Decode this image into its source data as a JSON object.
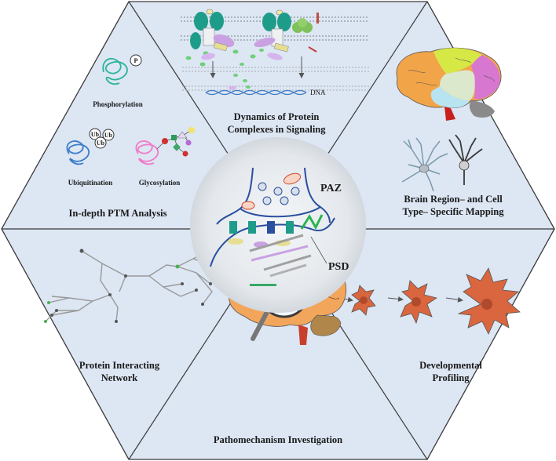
{
  "sections": {
    "signaling": {
      "line1": "Dynamics of Protein",
      "line2": "Complexes in Signaling",
      "dna_label": "DNA"
    },
    "ptm": {
      "title": "In-depth PTM Analysis",
      "phospho_label": "Phosphorylation",
      "phospho_mark": "P",
      "ubiq_label": "Ubiquitination",
      "ub_mark": "Ub",
      "glyco_label": "Glycosylation"
    },
    "brain_mapping": {
      "line1": "Brain Region– and Cell",
      "line2": "Type– Specific Mapping"
    },
    "developmental": {
      "line1": "Developmental",
      "line2": "Profiling"
    },
    "pathomechanism": {
      "title": "Pathomechanism Investigation"
    },
    "network": {
      "line1": "Protein Interacting",
      "line2": "Network"
    }
  },
  "center": {
    "paz_label": "PAZ",
    "psd_label": "PSD"
  },
  "colors": {
    "hex_fill": "#dde6f3",
    "hex_edge": "#3a3a3a",
    "center_fill": "#e8ecf1",
    "neuron": "#d9663f",
    "teal": "#1e9c8a",
    "violet": "#b78ad6"
  }
}
